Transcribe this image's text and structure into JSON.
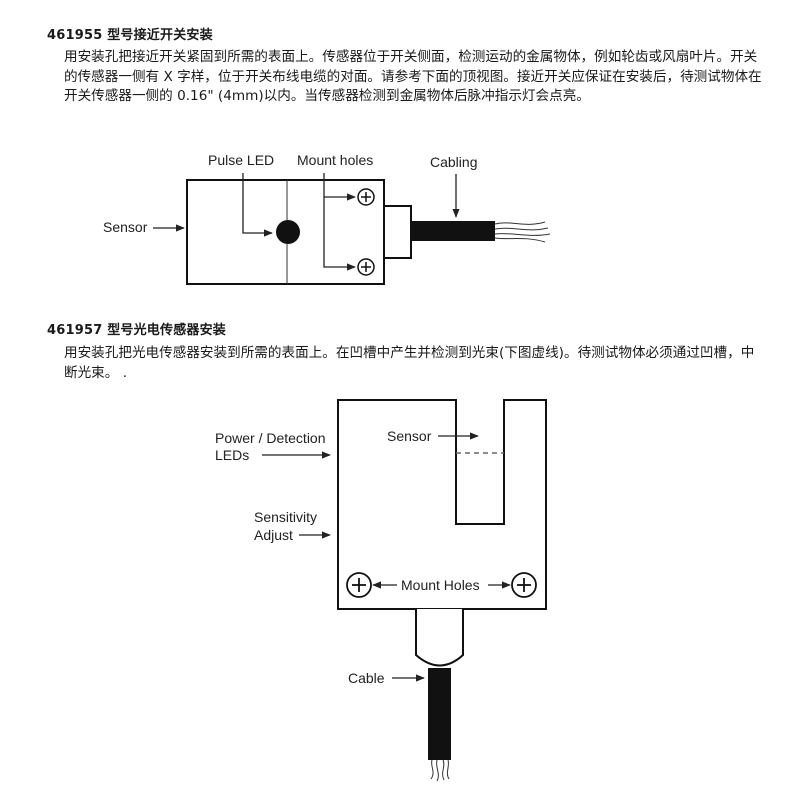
{
  "section1": {
    "heading": "461955 型号接近开关安装",
    "paragraph": "用安装孔把接近开关紧固到所需的表面上。传感器位于开关侧面，检测运动的金属物体，例如轮齿或风扇叶片。开关的传感器一侧有 X 字样，位于开关布线电缆的对面。请参考下面的顶视图。接近开关应保证在安装后，待测试物体在开关传感器一侧的 0.16\" (4mm)以内。当传感器检测到金属物体后脉冲指示灯会点亮。",
    "diagram": {
      "label_pulse_led": "Pulse LED",
      "label_mount_holes": "Mount holes",
      "label_cabling": "Cabling",
      "label_sensor": "Sensor"
    }
  },
  "section2": {
    "heading": "461957 型号光电传感器安装",
    "paragraph": "用安装孔把光电传感器安装到所需的表面上。在凹槽中产生并检测到光束(下图虚线)。待测试物体必须通过凹槽，中断光束。 .",
    "diagram": {
      "label_power_line1": "Power / Detection",
      "label_power_line2": "LEDs",
      "label_sensitivity_line1": "Sensitivity",
      "label_sensitivity_line2": "Adjust",
      "label_sensor": "Sensor",
      "label_mount_holes": "Mount Holes",
      "label_cable": "Cable"
    }
  }
}
